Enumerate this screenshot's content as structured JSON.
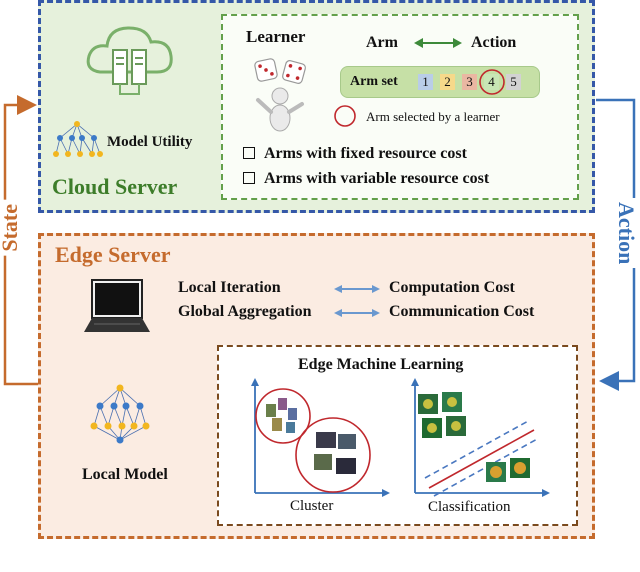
{
  "cloud_server": {
    "title": "Cloud Server",
    "model_utility_label": "Model Utility",
    "learner": {
      "title": "Learner",
      "arm_label": "Arm",
      "action_label": "Action",
      "arm_set_label": "Arm set",
      "arms": [
        "1",
        "2",
        "3",
        "4",
        "5"
      ],
      "selected_arm": "4",
      "selected_legend": "Arm selected by a learner",
      "options": [
        "Arms with fixed resource cost",
        "Arms with variable resource cost"
      ]
    }
  },
  "edge_server": {
    "title": "Edge Server",
    "mappings": [
      {
        "left": "Local Iteration",
        "right": "Computation Cost"
      },
      {
        "left": "Global Aggregation",
        "right": "Communication Cost"
      }
    ],
    "local_model_label": "Local Model",
    "edge_ml": {
      "title": "Edge Machine Learning",
      "cluster_label": "Cluster",
      "classification_label": "Classification"
    }
  },
  "flow": {
    "state_label": "State",
    "action_label": "Action"
  },
  "colors": {
    "cloud_border": "#3558a8",
    "cloud_fill": "#e6f1dc",
    "learner_border": "#63a04b",
    "edge_border": "#c56b2d",
    "edge_fill": "#fbece2",
    "state_arrow": "#c56b2d",
    "action_arrow": "#3a72b8",
    "selection_circle": "#c0282d"
  },
  "icons": [
    "cloud-server-icon",
    "neural-network-icon",
    "dice-icon",
    "juggler-icon",
    "laptop-icon"
  ]
}
